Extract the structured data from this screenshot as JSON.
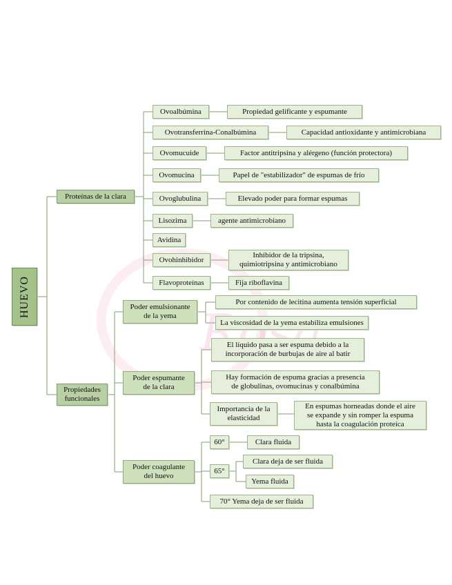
{
  "root": "HUEVO",
  "branches": {
    "proteinas": "Proteínas de la clara",
    "propiedades": "Propiedades\nfuncionales"
  },
  "proteins": [
    {
      "name": "Ovoalbúmina",
      "desc": "Propiedad gelificante y espumante"
    },
    {
      "name": "Ovotransferrina-Conalbúmina",
      "desc": "Capacidad antioxidante y antimicrobiana"
    },
    {
      "name": "Ovomucuide",
      "desc": "Factor antitripsina y alérgeno (función protectora)"
    },
    {
      "name": "Ovomucina",
      "desc": "Papel de \"estabilizador\" de espumas de frío"
    },
    {
      "name": "Ovoglubulina",
      "desc": "Elevado poder para formar espumas"
    },
    {
      "name": "Lisozima",
      "desc": "agente antimicrobiano"
    },
    {
      "name": "Avidina",
      "desc": ""
    },
    {
      "name": "Ovohinhibidor",
      "desc": "Inhibidor de la tripsina,\nquimiotripsina y antimicrobiano"
    },
    {
      "name": "Flavoproteínas",
      "desc": "Fija riboflavina"
    }
  ],
  "functional": {
    "emulsionante": {
      "label": "Poder emulsionante\nde la yema",
      "items": [
        "Por contenido de lecitina aumenta tensión superficial",
        "La viscosidad de la yema estabiliza emulsiones"
      ]
    },
    "espumante": {
      "label": "Poder espumante\nde la clara",
      "items": [
        "El líquido pasa a ser espuma debido a la\nincorporación de burbujas de aire al batir",
        "Hay formación de espuma gracias a presencia\nde globulinas, ovomucinas y conalbúmina"
      ],
      "elasticidad": {
        "label": "Importancia de la\nelasticidad",
        "desc": "En espumas horneadas donde el aire\nse expande y sin romper la espuma\nhasta la coagulación proteíca"
      }
    },
    "coagulante": {
      "label": "Poder coagulante\ndel huevo",
      "t60": {
        "temp": "60°",
        "items": [
          "Clara fluida"
        ]
      },
      "t65": {
        "temp": "65°",
        "items": [
          "Clara deja de ser fluida",
          "Yema fluida"
        ]
      },
      "t70": {
        "temp": "70° Yema deja de ser fluida"
      }
    }
  },
  "watermark": "Rosa",
  "colors": {
    "box": "#e6efdc",
    "box_border": "#9db58d",
    "line": "#7f9c6c",
    "watermark": "#f4b3c8"
  }
}
